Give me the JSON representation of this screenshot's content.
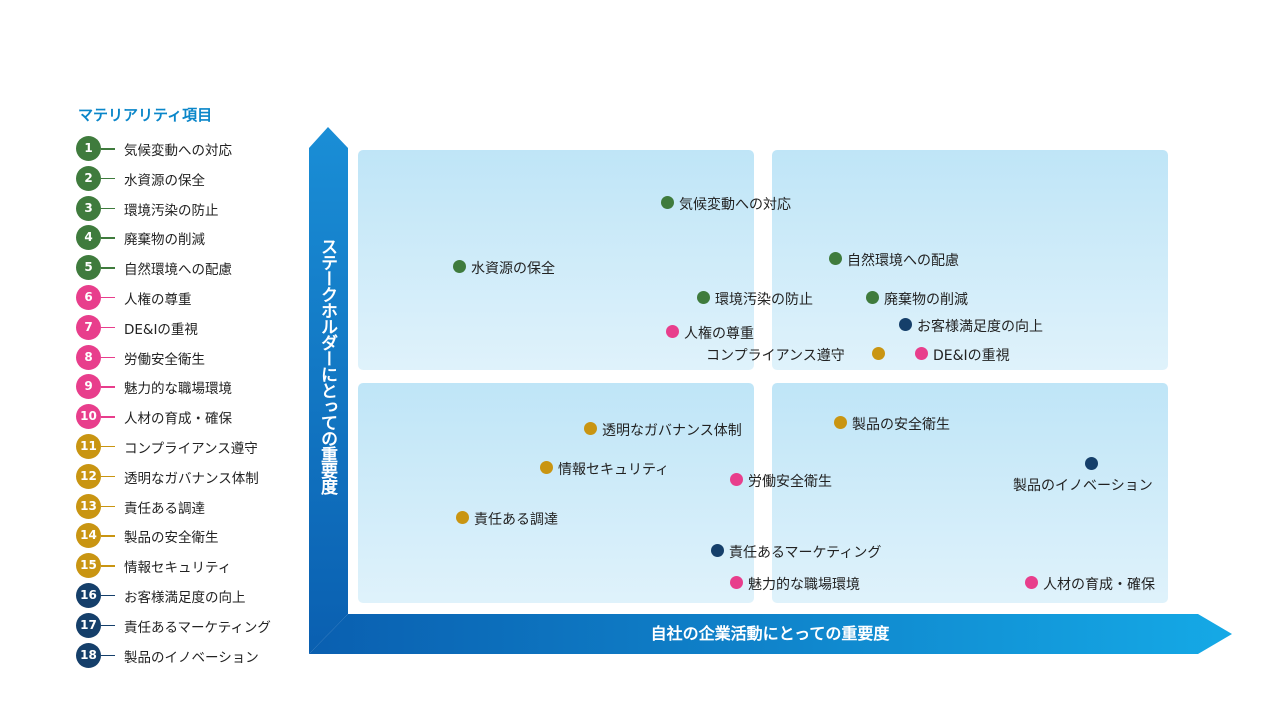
{
  "legend": {
    "title": "マテリアリティ項目",
    "items": [
      {
        "num": "1",
        "label": "気候変動への対応"
      },
      {
        "num": "2",
        "label": "水資源の保全"
      },
      {
        "num": "3",
        "label": "環境汚染の防止"
      },
      {
        "num": "4",
        "label": "廃棄物の削減"
      },
      {
        "num": "5",
        "label": "自然環境への配慮"
      },
      {
        "num": "6",
        "label": "人権の尊重"
      },
      {
        "num": "7",
        "label": "DE&Iの重視"
      },
      {
        "num": "8",
        "label": "労働安全衛生"
      },
      {
        "num": "9",
        "label": "魅力的な職場環境"
      },
      {
        "num": "10",
        "label": "人材の育成・確保"
      },
      {
        "num": "11",
        "label": "コンプライアンス遵守"
      },
      {
        "num": "12",
        "label": "透明なガバナンス体制"
      },
      {
        "num": "13",
        "label": "責任ある調達"
      },
      {
        "num": "14",
        "label": "製品の安全衛生"
      },
      {
        "num": "15",
        "label": "情報セキュリティ"
      },
      {
        "num": "16",
        "label": "お客様満足度の向上"
      },
      {
        "num": "17",
        "label": "責任あるマーケティング"
      },
      {
        "num": "18",
        "label": "製品のイノベーション"
      }
    ]
  },
  "axes": {
    "x_label": "自社の企業活動にとっての重要度",
    "y_label": "ステークホルダーにとっての重要度"
  },
  "colors": {
    "environment": "#3f7b3d",
    "social": "#e83e8c",
    "governance": "#c99512",
    "customer": "#153f6a",
    "axis_blue": "#0a7cc8"
  },
  "plot": {
    "p1": "気候変動への対応",
    "p2": "水資源の保全",
    "p3": "環境汚染の防止",
    "p4": "廃棄物の削減",
    "p5": "自然環境への配慮",
    "p6": "人権の尊重",
    "p7": "DE&Iの重視",
    "p8": "労働安全衛生",
    "p9": "魅力的な職場環境",
    "p10": "人材の育成・確保",
    "p11": "コンプライアンス遵守",
    "p12": "透明なガバナンス体制",
    "p13": "責任ある調達",
    "p14": "製品の安全衛生",
    "p15": "情報セキュリティ",
    "p16": "お客様満足度の向上",
    "p17": "責任あるマーケティング",
    "p18": "製品のイノベーション"
  }
}
